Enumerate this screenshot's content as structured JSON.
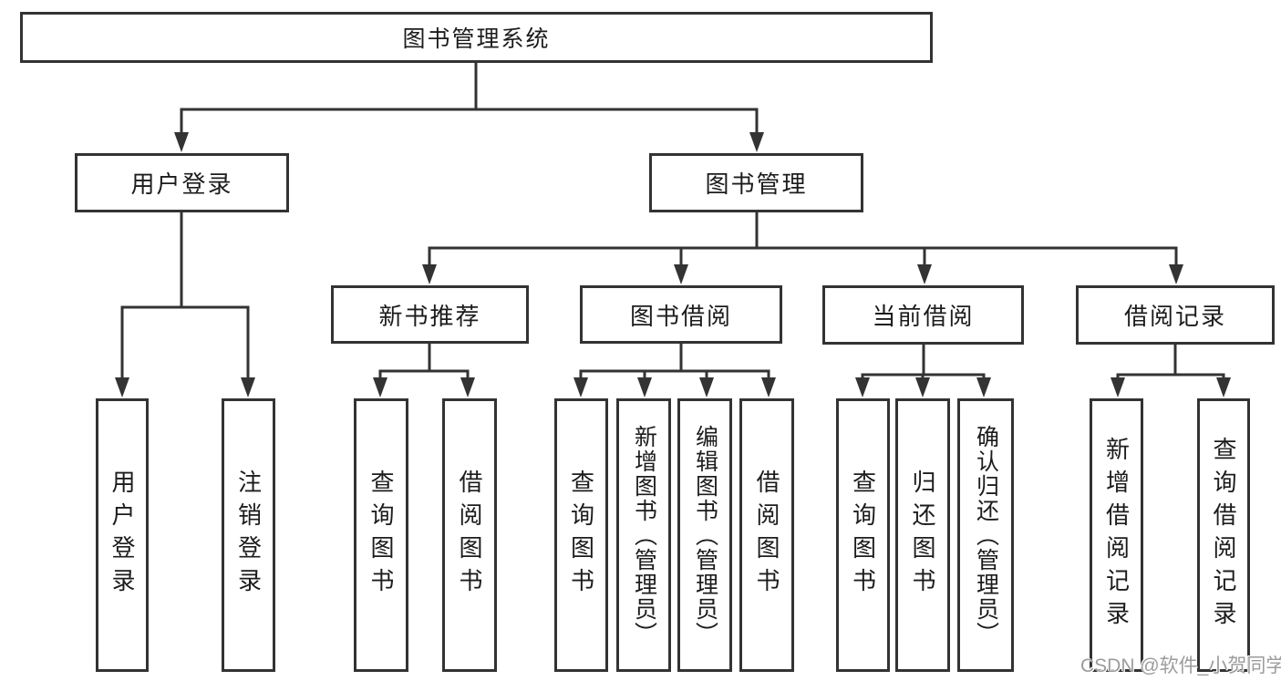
{
  "diagram": {
    "watermark": "CSDN @软件_小贺同学",
    "colors": {
      "line": "#333333",
      "box_border": "#333333",
      "text": "#1c1c1c",
      "background": "#ffffff",
      "watermark": "#9c9c9c"
    },
    "tree": {
      "root": "图书管理系统",
      "branches": [
        {
          "label": "用户登录",
          "children": [
            "用户登录",
            "注销登录"
          ]
        },
        {
          "label": "图书管理",
          "children": [
            {
              "label": "新书推荐",
              "children": [
                "查询图书",
                "借阅图书"
              ]
            },
            {
              "label": "图书借阅",
              "children": [
                "查询图书",
                "新增图书（管理员）",
                "编辑图书（管理员）",
                "借阅图书"
              ]
            },
            {
              "label": "当前借阅",
              "children": [
                "查询图书",
                "归还图书",
                "确认归还（管理员）"
              ]
            },
            {
              "label": "借阅记录",
              "children": [
                "新增借阅记录",
                "查询借阅记录"
              ]
            }
          ]
        }
      ]
    }
  }
}
